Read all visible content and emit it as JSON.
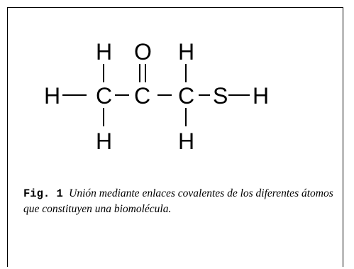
{
  "diagram": {
    "atoms": {
      "h_top_left": "H",
      "o_top": "O",
      "h_top_right": "H",
      "h_left": "H",
      "c1": "C",
      "c2": "C",
      "c3": "C",
      "s": "S",
      "h_right": "H",
      "h_bottom_left": "H",
      "h_bottom_right": "H"
    }
  },
  "caption": {
    "label": "Fig. 1",
    "text": "Unión mediante enlaces covalentes de los diferentes átomos que constituyen una biomolécula."
  }
}
